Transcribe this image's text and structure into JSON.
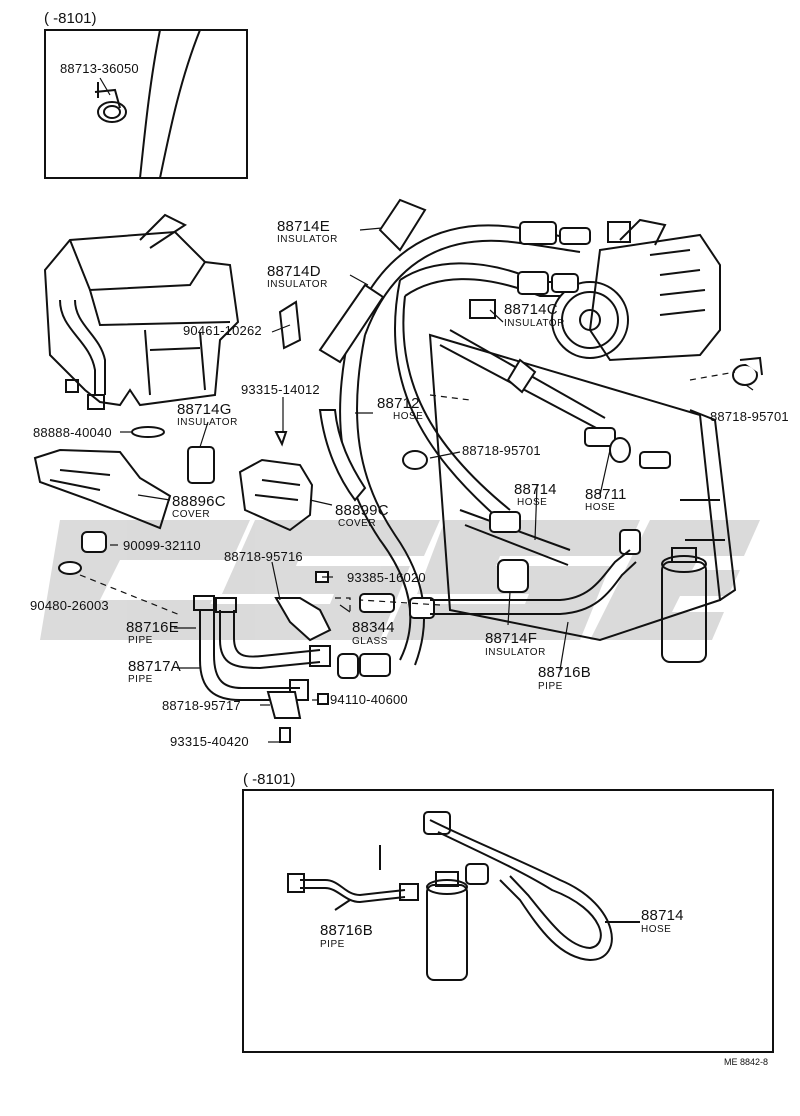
{
  "insets": {
    "top": {
      "range": "(      -8101)",
      "part": "88713-36050"
    },
    "bottom": {
      "range": "(      -8101)",
      "pipe_part": "88716B",
      "pipe_desc": "PIPE",
      "hose_part": "88714",
      "hose_desc": "HOSE"
    }
  },
  "parts": {
    "p88714E": {
      "num": "88714E",
      "desc": "INSULATOR"
    },
    "p88714D": {
      "num": "88714D",
      "desc": "INSULATOR"
    },
    "p88714C": {
      "num": "88714C",
      "desc": "INSULATOR"
    },
    "p90461": {
      "num": "90461-10262"
    },
    "p93315_14012": {
      "num": "93315-14012"
    },
    "p88714G": {
      "num": "88714G",
      "desc": "INSULATOR"
    },
    "p88712": {
      "num": "88712",
      "desc": "HOSE"
    },
    "p88718_95701a": {
      "num": "88718-95701"
    },
    "p88718_95701b": {
      "num": "88718-95701"
    },
    "p88888": {
      "num": "88888-40040"
    },
    "p88896C": {
      "num": "88896C",
      "desc": "COVER"
    },
    "p88899C": {
      "num": "88899C",
      "desc": "COVER"
    },
    "p88714": {
      "num": "88714",
      "desc": "HOSE"
    },
    "p88711": {
      "num": "88711",
      "desc": "HOSE"
    },
    "p90099": {
      "num": "90099-32110"
    },
    "p88718_95716": {
      "num": "88718-95716"
    },
    "p93385": {
      "num": "93385-16020"
    },
    "p90480": {
      "num": "90480-26003"
    },
    "p88344": {
      "num": "88344",
      "desc": "GLASS"
    },
    "p88714F": {
      "num": "88714F",
      "desc": "INSULATOR"
    },
    "p88716E": {
      "num": "88716E",
      "desc": "PIPE"
    },
    "p88717A": {
      "num": "88717A",
      "desc": "PIPE"
    },
    "p88716B": {
      "num": "88716B",
      "desc": "PIPE"
    },
    "p88718_95717": {
      "num": "88718-95717"
    },
    "p94110": {
      "num": "94110-40600"
    },
    "p93315_40420": {
      "num": "93315-40420"
    }
  },
  "watermark": "CSSE",
  "ref_code": "ME 8842-8"
}
